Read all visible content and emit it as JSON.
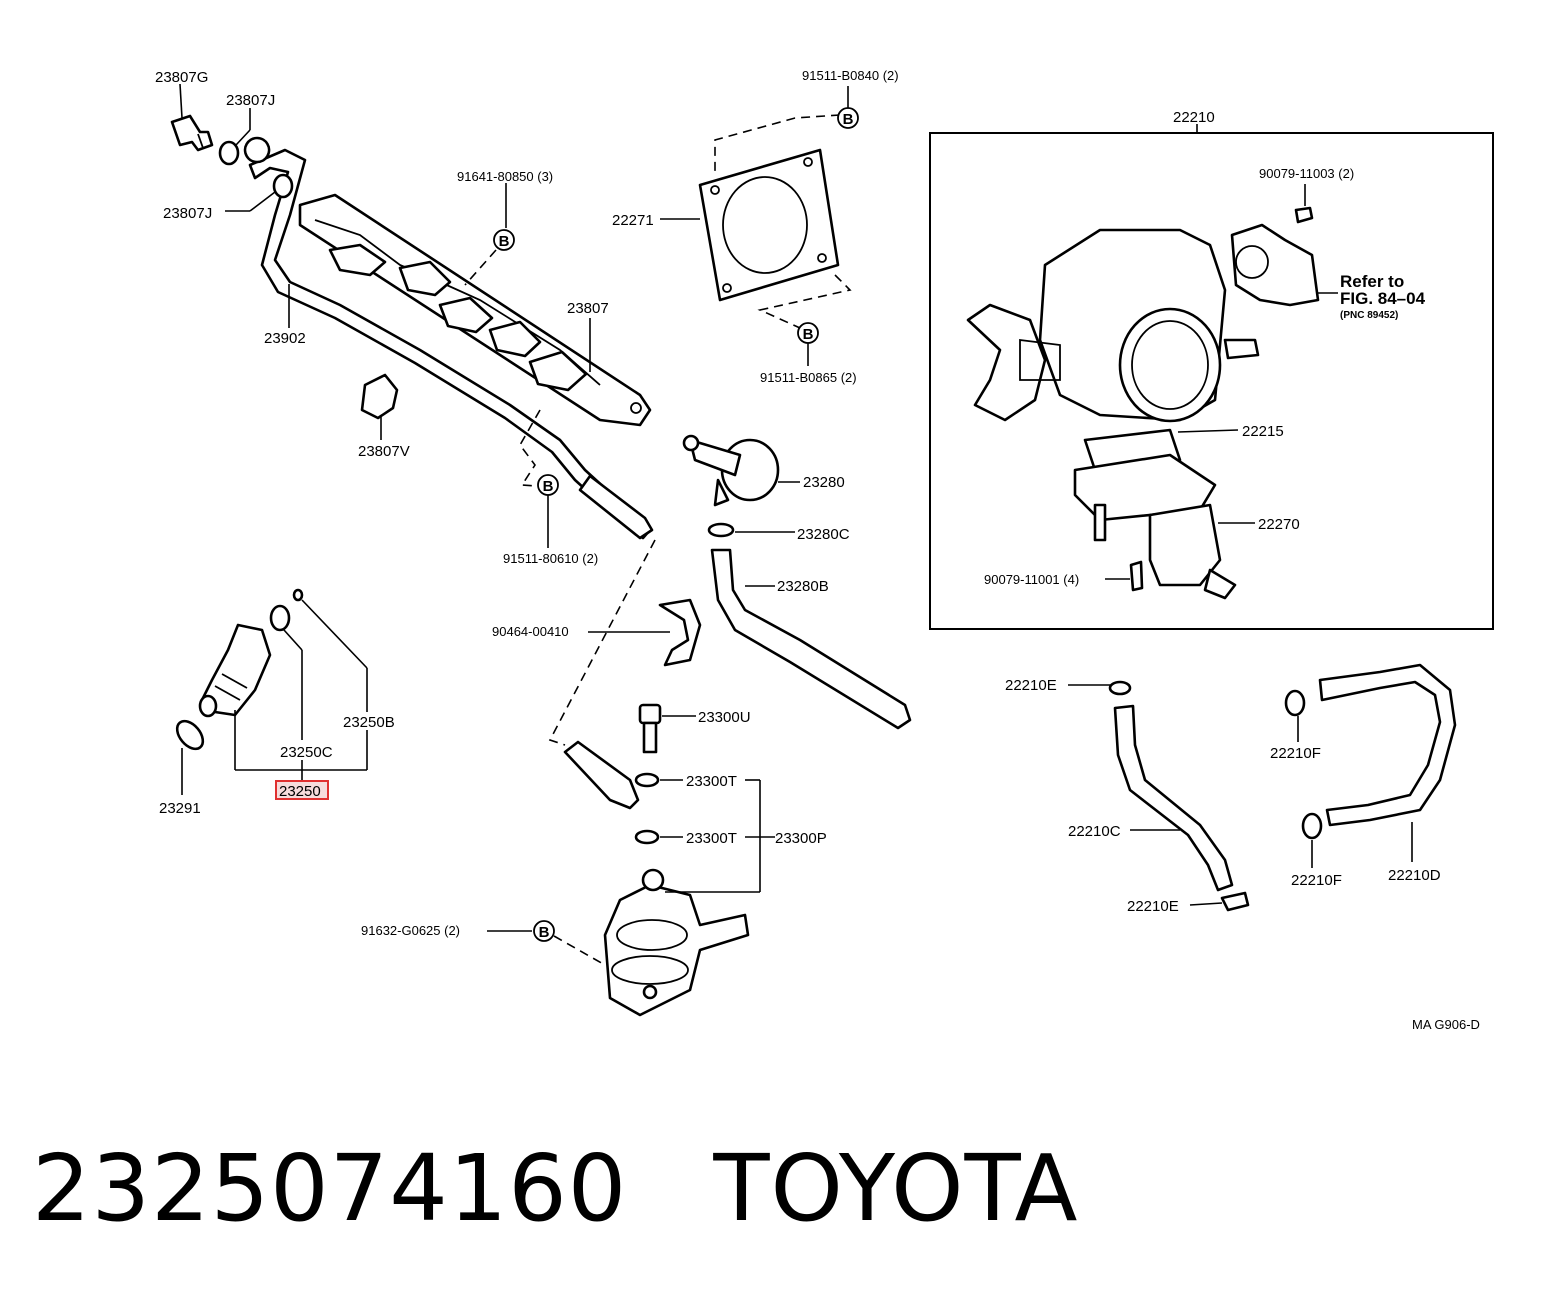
{
  "labels": {
    "l_23807G": "23807G",
    "l_23807J_a": "23807J",
    "l_23807J_b": "23807J",
    "l_91641": "91641-80850 (3)",
    "l_22271": "22271",
    "l_91511_b0840": "91511-B0840 (2)",
    "l_23807": "23807",
    "l_23902": "23902",
    "l_91511_b0865": "91511-B0865 (2)",
    "l_23807V": "23807V",
    "l_91511_80610": "91511-80610 (2)",
    "l_23280": "23280",
    "l_23280C": "23280C",
    "l_23280B": "23280B",
    "l_90464": "90464-00410",
    "l_23250B": "23250B",
    "l_23250C": "23250C",
    "l_23250": "23250",
    "l_23291": "23291",
    "l_23300U": "23300U",
    "l_23300T_a": "23300T",
    "l_23300T_b": "23300T",
    "l_23300P": "23300P",
    "l_91632": "91632-G0625 (2)",
    "l_22210": "22210",
    "l_90079_11003": "90079-11003 (2)",
    "l_refer_1": "Refer to",
    "l_refer_2": "FIG. 84–04",
    "l_refer_3": "(PNC 89452)",
    "l_22215": "22215",
    "l_22270": "22270",
    "l_90079_11001": "90079-11001 (4)",
    "l_22210E_a": "22210E",
    "l_22210E_b": "22210E",
    "l_22210F_a": "22210F",
    "l_22210F_b": "22210F",
    "l_22210C": "22210C",
    "l_22210D": "22210D",
    "l_code": "MA G906-D"
  },
  "bolt_mark": "B",
  "footer": {
    "part_number": "2325074160",
    "brand": "TOYOTA"
  },
  "highlight": {
    "part": "23250",
    "color": "#e03030"
  }
}
